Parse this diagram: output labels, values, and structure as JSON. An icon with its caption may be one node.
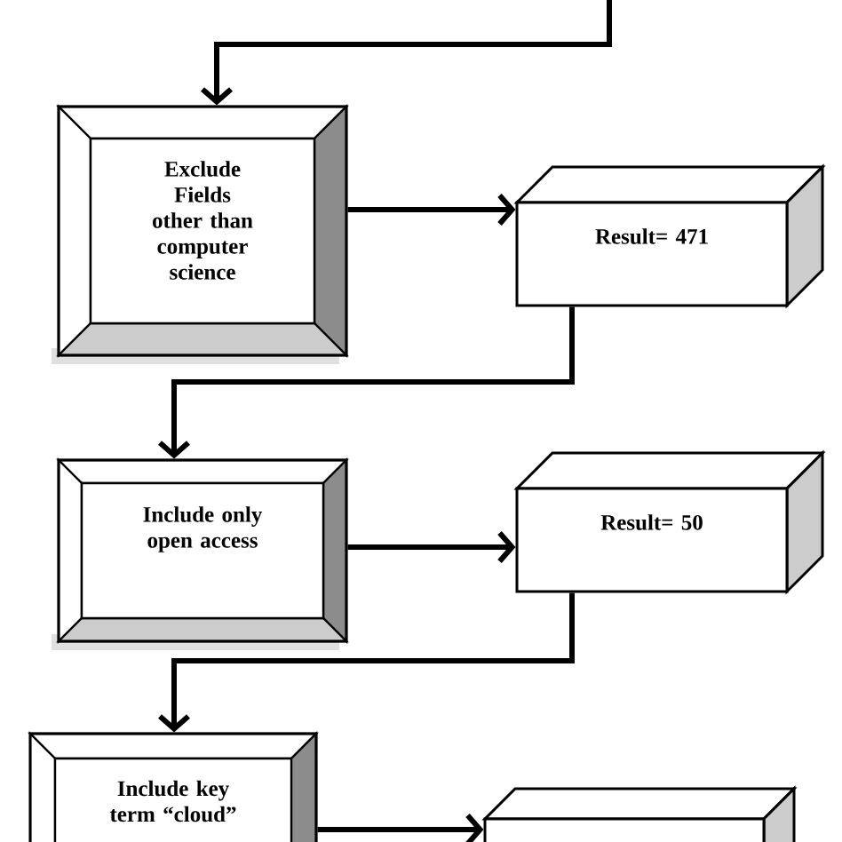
{
  "diagram": {
    "nodes": [
      {
        "text": [
          "Exclude Fields other than computer science"
        ]
      },
      {
        "text": [
          "Result= 471"
        ]
      },
      {
        "text": [
          "Include only open access"
        ]
      },
      {
        "text": [
          "Result= 50"
        ]
      },
      {
        "text": [
          "Include key term “cloud”"
        ]
      },
      {
        "text": [],
        "shape": "box"
      }
    ],
    "edges": [
      {
        "from": null,
        "to": 0,
        "arrow": "to"
      },
      {
        "from": 0,
        "to": 1,
        "arrow": "to"
      },
      {
        "from": 1,
        "to": 2,
        "arrow": "to"
      },
      {
        "from": 2,
        "to": 3,
        "arrow": "to"
      },
      {
        "from": 3,
        "to": 4,
        "arrow": "to"
      },
      {
        "from": 4,
        "to": 5,
        "arrow": "to"
      }
    ]
  }
}
